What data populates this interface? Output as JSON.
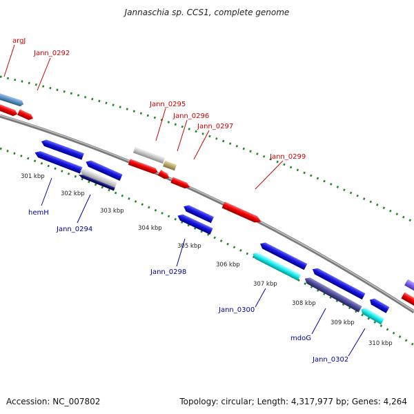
{
  "title": "Jannaschia sp. CCS1, complete genome",
  "footer": {
    "accession": "Accession: NC_007802",
    "stats": "Topology: circular; Length: 4,317,977 bp; Genes: 4,264"
  },
  "colors": {
    "forward_label": "#cc0000",
    "reverse_label": "#000099",
    "backbone": "#999999",
    "tick": "#228822"
  },
  "scale_labels": [
    "301 kbp",
    "302 kbp",
    "303 kbp",
    "304 kbp",
    "305 kbp",
    "306 kbp",
    "307 kbp",
    "308 kbp",
    "309 kbp",
    "310 kbp"
  ],
  "gene_labels": {
    "argJ": "argJ",
    "jann0292": "Jann_0292",
    "jann0295": "Jann_0295",
    "jann0296": "Jann_0296",
    "jann0297": "Jann_0297",
    "jann0299": "Jann_0299",
    "hemH": "hemH",
    "jann0294": "Jann_0294",
    "jann0298": "Jann_0298",
    "jann0300": "Jann_0300",
    "mdoG": "mdoG",
    "jann0302": "Jann_0302"
  }
}
